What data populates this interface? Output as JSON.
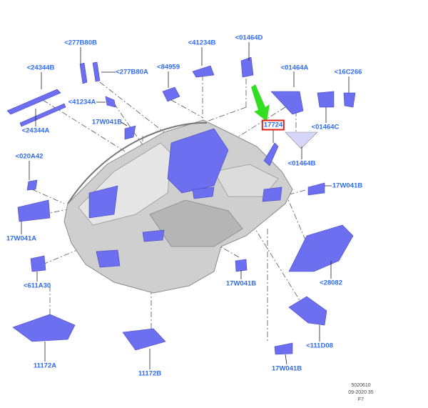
{
  "labels": {
    "l277B80B": "<277B80B",
    "l41234B": "<41234B",
    "l01464D": "<01464D",
    "l24344B": "<24344B",
    "l277B80A": "<277B80A",
    "l84959": "<84959",
    "l01464A": "<01464A",
    "l16C266": "<16C266",
    "l41234A": "<41234A",
    "l17W041B_1": "17W041B",
    "l24344A": "<24344A",
    "l17724": "17724",
    "l01464C": "<01464C",
    "l020A42": "<020A42",
    "l01464B": "<01464B",
    "l17W041B_2": "17W041B",
    "l17W041A": "17W041A",
    "l611A30": "<611A30",
    "l17W041B_3": "17W041B",
    "l28082": "<28082",
    "l111D08": "<111D08",
    "l11172A": "11172A",
    "l11172B": "11172B",
    "l17W041B_4": "17W041B"
  },
  "footer": {
    "line1": "5020610",
    "line2": "09-2020 35",
    "line3": "F7"
  },
  "colors": {
    "part": "#6b6ff0",
    "body": "#c9c9c9",
    "label": "#2f6cf0",
    "highlight": "#e0201a",
    "arrow": "#33dd22"
  }
}
